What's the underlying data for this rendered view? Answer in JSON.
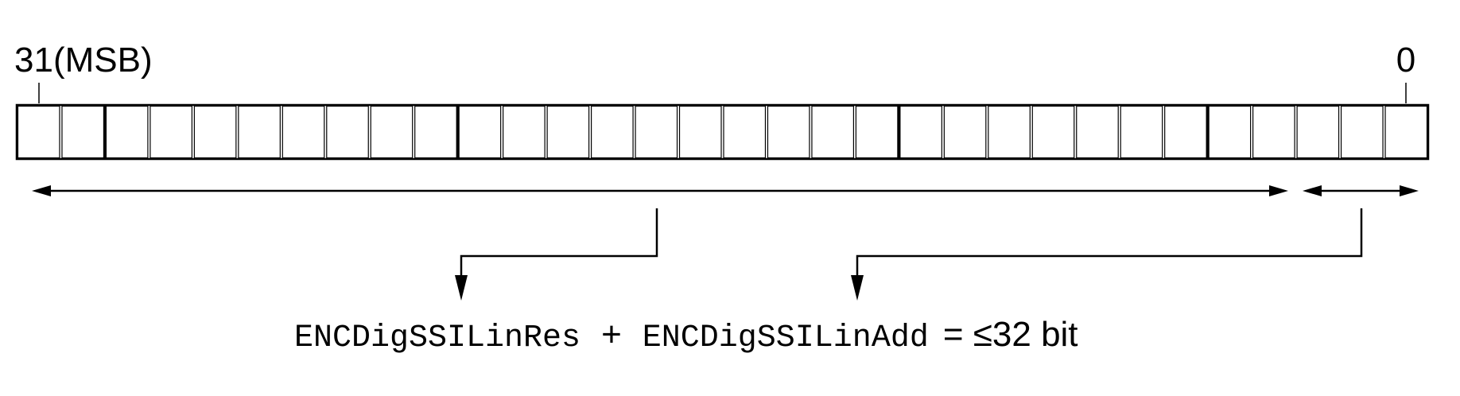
{
  "register": {
    "msb_label": "31(MSB)",
    "lsb_label": "0",
    "bit_count": 32
  },
  "formula": {
    "term1": "ENCDigSSILinRes",
    "op_plus": "+",
    "term2": "ENCDigSSILinAdd",
    "result": "= ≤32 bit"
  }
}
